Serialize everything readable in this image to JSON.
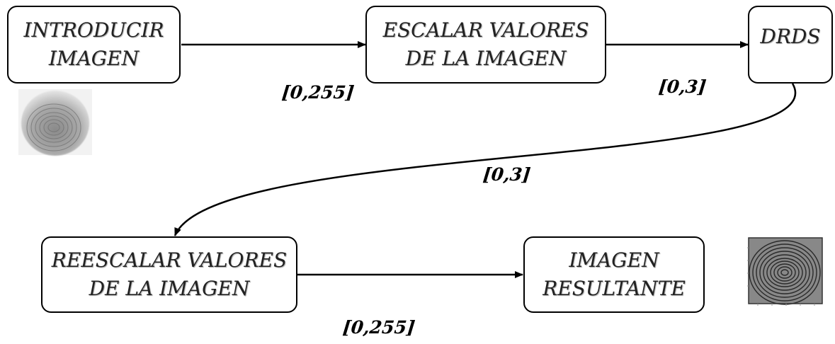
{
  "nodes": {
    "input": {
      "line1": "INTRODUCIR",
      "line2": "IMAGEN"
    },
    "scale": {
      "line1": "ESCALAR VALORES",
      "line2": "DE LA IMAGEN"
    },
    "drds": {
      "line1": "DRDS"
    },
    "rescale": {
      "line1": "REESCALAR VALORES",
      "line2": "DE LA IMAGEN"
    },
    "result": {
      "line1": "IMAGEN",
      "line2": "RESULTANTE"
    }
  },
  "ranges": {
    "input_to_scale": "[0,255]",
    "scale_to_drds": "[0,3]",
    "drds_to_rescale": "[0,3]",
    "rescale_to_result": "[0,255]"
  },
  "images": {
    "input_thumbnail": "fingerprint-input-image",
    "output_thumbnail": "fingerprint-enhanced-image"
  }
}
